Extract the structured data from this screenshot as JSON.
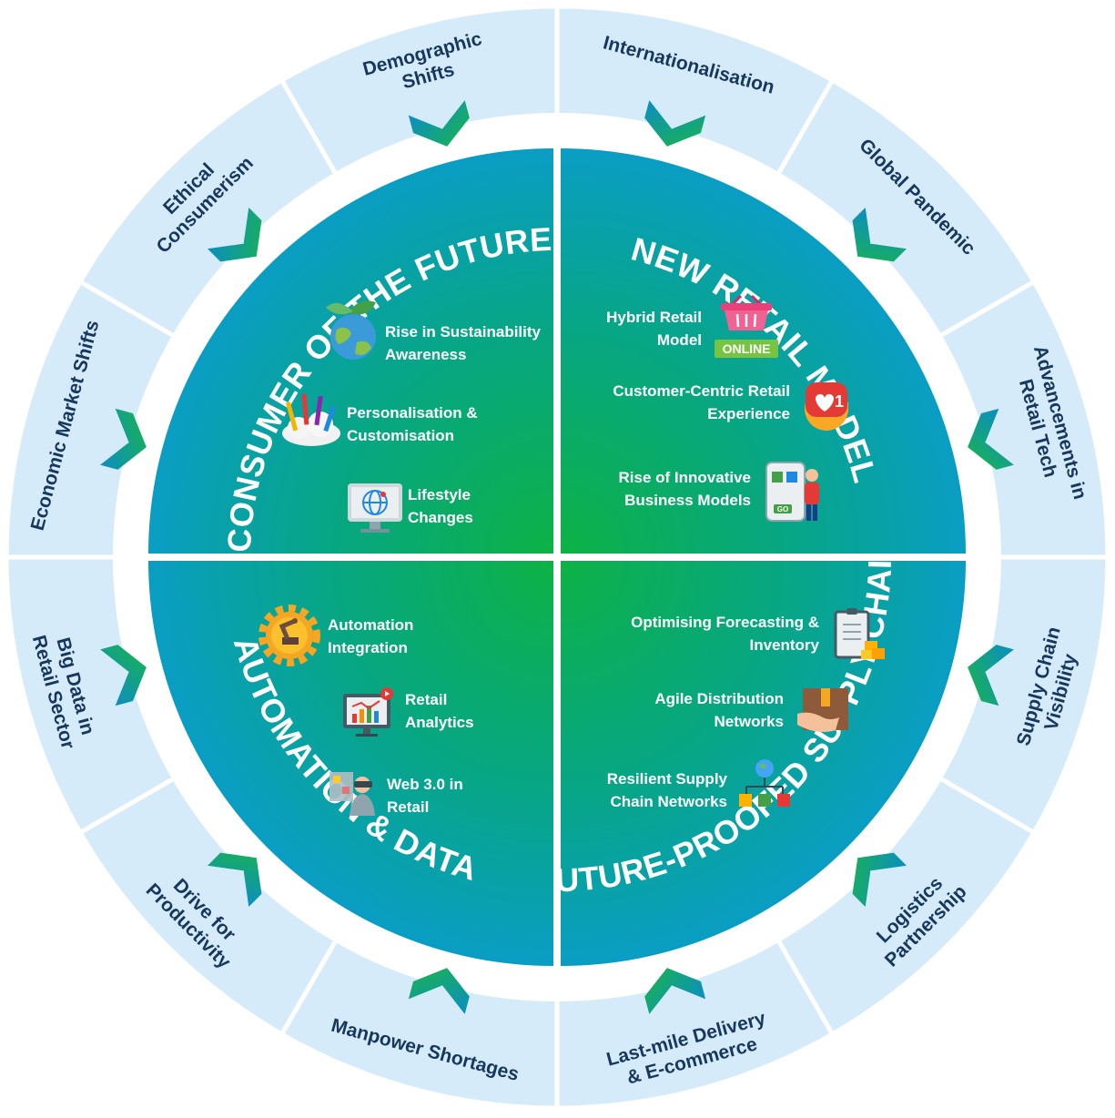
{
  "colors": {
    "ring": "#d6ebfa",
    "ring_text": "#17375e",
    "quadrant_teal": "#0b9fc0",
    "quadrant_green": "#0fb34a",
    "chevron_green": "#17b34c",
    "chevron_teal": "#0b8fc0"
  },
  "ring_segments": [
    {
      "label_lines": [
        "Internationalisation"
      ]
    },
    {
      "label_lines": [
        "Global Pandemic"
      ]
    },
    {
      "label_lines": [
        "Advancements in",
        "Retail Tech"
      ]
    },
    {
      "label_lines": [
        "Supply Chain",
        "Visibility"
      ]
    },
    {
      "label_lines": [
        "Logistics",
        "Partnership"
      ]
    },
    {
      "label_lines": [
        "Last-mile Delivery",
        "& E-commerce"
      ]
    },
    {
      "label_lines": [
        "Manpower Shortages"
      ]
    },
    {
      "label_lines": [
        "Drive for",
        "Productivity"
      ]
    },
    {
      "label_lines": [
        "Big Data in",
        "Retail Sector"
      ]
    },
    {
      "label_lines": [
        "Economic Market Shifts"
      ]
    },
    {
      "label_lines": [
        "Ethical",
        "Consumerism"
      ]
    },
    {
      "label_lines": [
        "Demographic",
        "Shifts"
      ]
    }
  ],
  "quadrants": [
    {
      "title": "CONSUMER OF THE FUTURE",
      "items": [
        {
          "label_lines": [
            "Rise in Sustainability",
            "Awareness"
          ],
          "icon": "globe-leaves-icon"
        },
        {
          "label_lines": [
            "Personalisation &",
            "Customisation"
          ],
          "icon": "art-supplies-icon"
        },
        {
          "label_lines": [
            "Lifestyle",
            "Changes"
          ],
          "icon": "monitor-globe-icon"
        }
      ]
    },
    {
      "title": "NEW RETAIL MODEL",
      "items": [
        {
          "label_lines": [
            "Hybrid Retail",
            "Model"
          ],
          "icon": "online-basket-icon",
          "badge": "ONLINE"
        },
        {
          "label_lines": [
            "Customer-Centric Retail",
            "Experience"
          ],
          "icon": "heart-notification-icon",
          "badge": "1"
        },
        {
          "label_lines": [
            "Rise of Innovative",
            "Business Models"
          ],
          "icon": "mobile-shop-icon",
          "badge": "GO"
        }
      ]
    },
    {
      "title": "AUTOMATION & DATA",
      "items": [
        {
          "label_lines": [
            "Automation",
            "Integration"
          ],
          "icon": "robot-arm-gear-icon"
        },
        {
          "label_lines": [
            "Retail",
            "Analytics"
          ],
          "icon": "analytics-monitor-icon"
        },
        {
          "label_lines": [
            "Web 3.0 in",
            "Retail"
          ],
          "icon": "vr-headset-icon"
        }
      ]
    },
    {
      "title": "FUTURE-PROOFED SUPPLY CHAIN",
      "items": [
        {
          "label_lines": [
            "Optimising Forecasting &",
            "Inventory"
          ],
          "icon": "clipboard-boxes-icon"
        },
        {
          "label_lines": [
            "Agile Distribution",
            "Networks"
          ],
          "icon": "package-handover-icon"
        },
        {
          "label_lines": [
            "Resilient Supply",
            "Chain Networks"
          ],
          "icon": "network-boxes-icon"
        }
      ]
    }
  ]
}
